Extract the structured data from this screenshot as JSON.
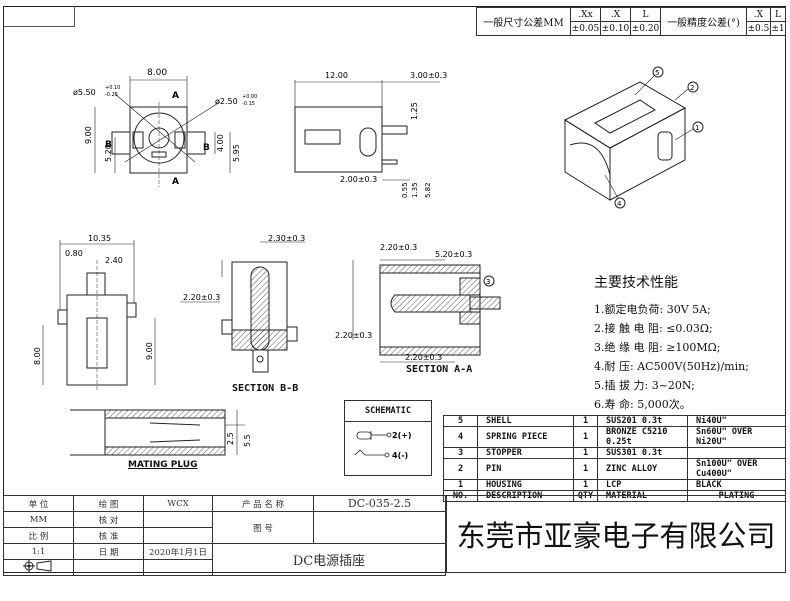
{
  "tolerance": {
    "linear_label": "一般尺寸公差MM",
    "linear_headers": [
      ".Xx",
      ".X",
      "L"
    ],
    "linear_values": [
      "±0.05",
      "±0.10",
      "±0.20"
    ],
    "angular_label": "一般精度公差(°)",
    "angular_headers": [
      ".X",
      "L"
    ],
    "angular_values": [
      "±0.5",
      "±1"
    ]
  },
  "views": {
    "front": {
      "width": "8.00",
      "outer_dia": "ø5.50",
      "outer_dia_tol_up": "+0.10",
      "outer_dia_tol_dn": "-0.25",
      "pin_dia": "ø2.50",
      "pin_dia_tol_up": "+0.00",
      "pin_dia_tol_dn": "-0.15",
      "height": "9.00",
      "h1": "5.20",
      "h2": "4.00",
      "h3": "5.95",
      "section_a": "A",
      "section_b": "B"
    },
    "side": {
      "length": "12.00",
      "pin_ext": "3.00±0.3",
      "d1": "1.25",
      "d2": "2.00±0.3",
      "d3": "0.55",
      "d4": "1.35",
      "d5": "5.82"
    },
    "bottom": {
      "total": "10.35",
      "d1": "0.80",
      "d2": "2.40",
      "h1": "8.00",
      "h2": "9.00"
    },
    "section_bb": {
      "title": "SECTION B-B",
      "d1": "2.30±0.3",
      "d2": "2.20±0.3"
    },
    "section_aa": {
      "title": "SECTION A-A",
      "d1": "2.20±0.3",
      "d2": "5.20±0.3",
      "d3": "2.20±0.3",
      "d4": "2.20±0.3",
      "callout": "3"
    },
    "iso": {
      "callouts": [
        "5",
        "2",
        "1",
        "4"
      ]
    },
    "mating_plug": {
      "title": "MATING PLUG",
      "d_inner": "2.5",
      "d_outer": "5.5"
    }
  },
  "schematic": {
    "title": "SCHEMATIC",
    "pin_plus": "2(+)",
    "pin_minus": "4(-)"
  },
  "specs": {
    "title": "主要技术性能",
    "items": [
      {
        "label": "1.额定电负荷:",
        "value": "30V    5A;"
      },
      {
        "label": "2.接 触 电 阻:",
        "value": "≤0.03Ω;"
      },
      {
        "label": "3.绝 缘 电 阻:",
        "value": "≥100MΩ;"
      },
      {
        "label": "4.耐        压:",
        "value": "AC500V(50Hz)/min;"
      },
      {
        "label": "5.插   拔   力:",
        "value": "3~20N;"
      },
      {
        "label": "6.寿        命:",
        "value": "5,000次。"
      }
    ]
  },
  "bom": {
    "headers": [
      "NO.",
      "DESCRIPTION",
      "QTY",
      "MATERIAL",
      "PLATING"
    ],
    "rows": [
      {
        "no": "5",
        "desc": "SHELL",
        "qty": "1",
        "material": "SUS201 0.3t",
        "plating": "Ni40U\""
      },
      {
        "no": "4",
        "desc": "SPRING PIECE",
        "qty": "1",
        "material": "BRONZE C5210 0.25t",
        "plating": "Sn60U\" OVER Ni20U\""
      },
      {
        "no": "3",
        "desc": "STOPPER",
        "qty": "1",
        "material": "SUS301 0.3t",
        "plating": ""
      },
      {
        "no": "2",
        "desc": "PIN",
        "qty": "1",
        "material": "ZINC ALLOY",
        "plating": "Sn100U\" OVER Cu400U\""
      },
      {
        "no": "1",
        "desc": "HOUSING",
        "qty": "1",
        "material": "LCP",
        "plating": "BLACK"
      }
    ]
  },
  "title_block": {
    "unit_label": "单    位",
    "unit_value": "MM",
    "scale_label": "比    例",
    "scale_value": "1:1",
    "drawn_label": "绘    图",
    "drawn_value": "WCX",
    "checked_label": "核    对",
    "checked_value": "",
    "approved_label": "核    准",
    "approved_value": "",
    "date_label": "日    期",
    "date_value": "2020年1月1日",
    "product_name_label": "产 品 名 称",
    "product_name_value": "DC-035-2.5",
    "drawing_no_label": "图        号",
    "drawing_no_value": "",
    "product_title": "DC电源插座",
    "company": "东莞市亚豪电子有限公司"
  }
}
